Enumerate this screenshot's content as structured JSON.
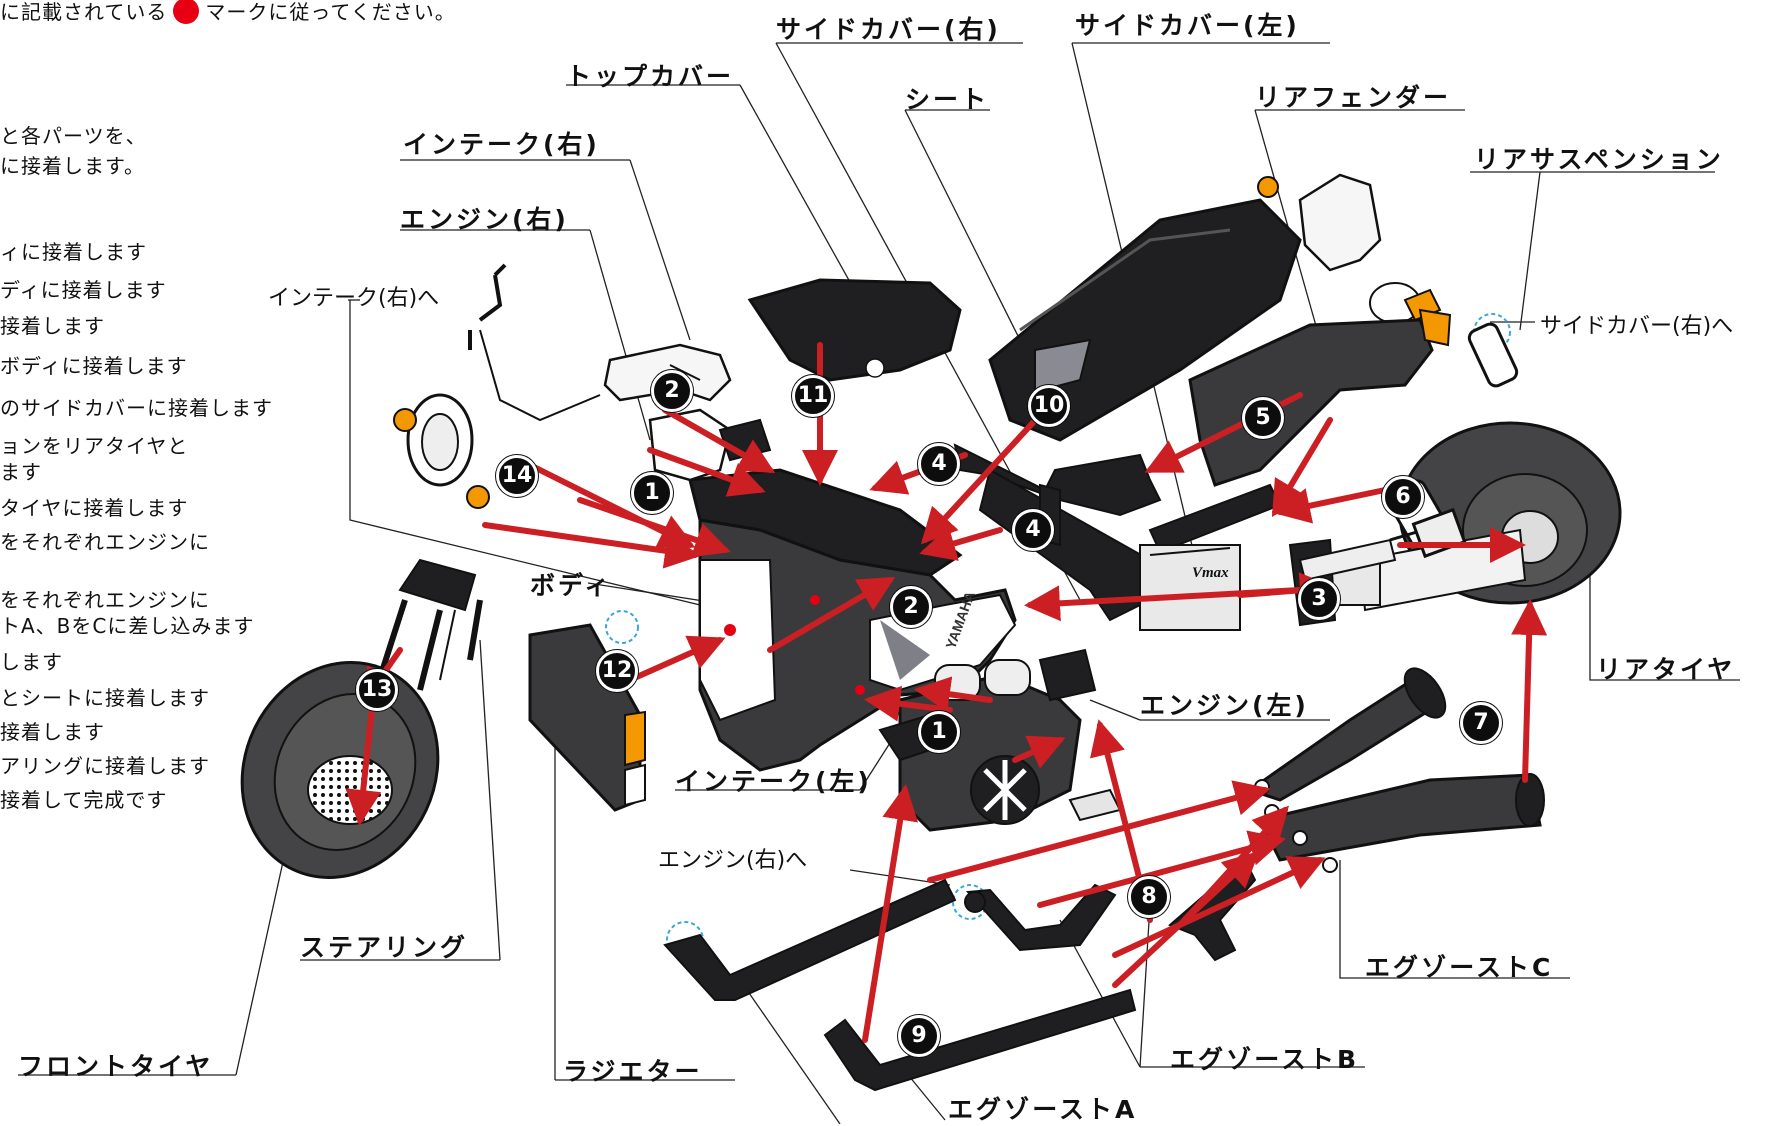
{
  "colors": {
    "arrow": "#cc1f24",
    "body": "#3a3a3c",
    "dark": "#1f1f21",
    "accent": "#f39800",
    "marker": "#e60012",
    "hint": "#3aa7d8"
  },
  "instructions": {
    "top_line_left": "に記載されている",
    "top_line_right": "マークに従ってください。",
    "intro": [
      "と各パーツを、",
      "に接着します。"
    ],
    "list": [
      "ィに接着します",
      "ディに接着します",
      "接着します",
      "ボディに接着します",
      "のサイドカバーに接着します",
      "ョンをリアタイヤと",
      "ます",
      "タイヤに接着します",
      "をそれぞれエンジンに",
      "をそれぞれエンジンに",
      "トA、BをCに差し込みます",
      "します",
      "とシートに接着します",
      "接着します",
      "アリングに接着します",
      "接着して完成です"
    ]
  },
  "labels": {
    "side_cover_right": "サイドカバー(右)",
    "side_cover_left": "サイドカバー(左)",
    "top_cover": "トップカバー",
    "seat": "シート",
    "rear_fender": "リアフェンダー",
    "intake_right": "インテーク(右)",
    "rear_suspension": "リアサスペンション",
    "engine_right": "エンジン(右)",
    "to_intake_right": "インテーク(右)へ",
    "to_side_cover_right": "サイドカバー(右)へ",
    "body": "ボディ",
    "engine_left": "エンジン(左)",
    "rear_tire": "リアタイヤ",
    "intake_left": "インテーク(左)",
    "to_engine_right": "エンジン(右)へ",
    "exhaust_c": "エグゾーストC",
    "steering": "ステアリング",
    "front_tire": "フロントタイヤ",
    "radiator": "ラジエター",
    "exhaust_b": "エグゾーストB",
    "exhaust_a": "エグゾーストA",
    "engine_brand": "YAMAHA",
    "frame_brand": "Vmax"
  },
  "steps": [
    "1",
    "1",
    "2",
    "2",
    "3",
    "4",
    "4",
    "5",
    "6",
    "7",
    "8",
    "9",
    "10",
    "11",
    "12",
    "13",
    "14"
  ]
}
